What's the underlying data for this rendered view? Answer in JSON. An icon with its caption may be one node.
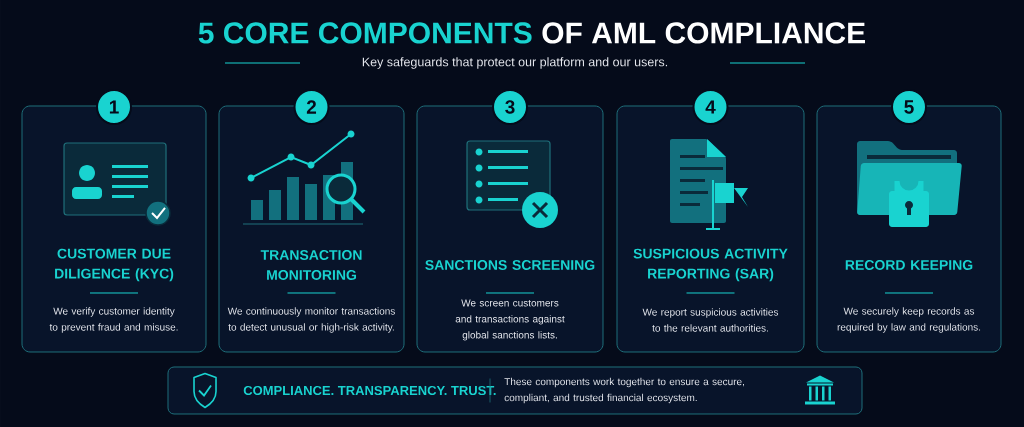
{
  "diagram": {
    "nodes": [
      {
        "text": [
          "1",
          "CUSTOMER DUE DILIGENCE (KYC)",
          "We verify customer identity to prevent fraud and misuse."
        ]
      },
      {
        "text": [
          "2",
          "TRANSACTION MONITORING",
          "We continuously monitor transactions to detect unusual or high-risk activity."
        ]
      },
      {
        "text": [
          "3",
          "SANCTIONS SCREENING",
          "We screen customers and transactions against global sanctions lists."
        ]
      },
      {
        "text": [
          "4",
          "SUSPICIOUS ACTIVITY REPORTING (SAR)",
          "We report suspicious activities to the relevant authorities."
        ]
      },
      {
        "text": [
          "5",
          "RECORD KEEPING",
          "We securely keep records as required by law and regulations."
        ]
      },
      {
        "text": [
          "COMPLIANCE. TRANSPARENCY. TRUST.",
          "These components work together to ensure a secure, compliant, and trusted financial ecosystem."
        ]
      }
    ],
    "labels": [
      "5 CORE COMPONENTS",
      "OF AML COMPLIANCE",
      "Key safeguards that protect our platform and our users."
    ]
  }
}
